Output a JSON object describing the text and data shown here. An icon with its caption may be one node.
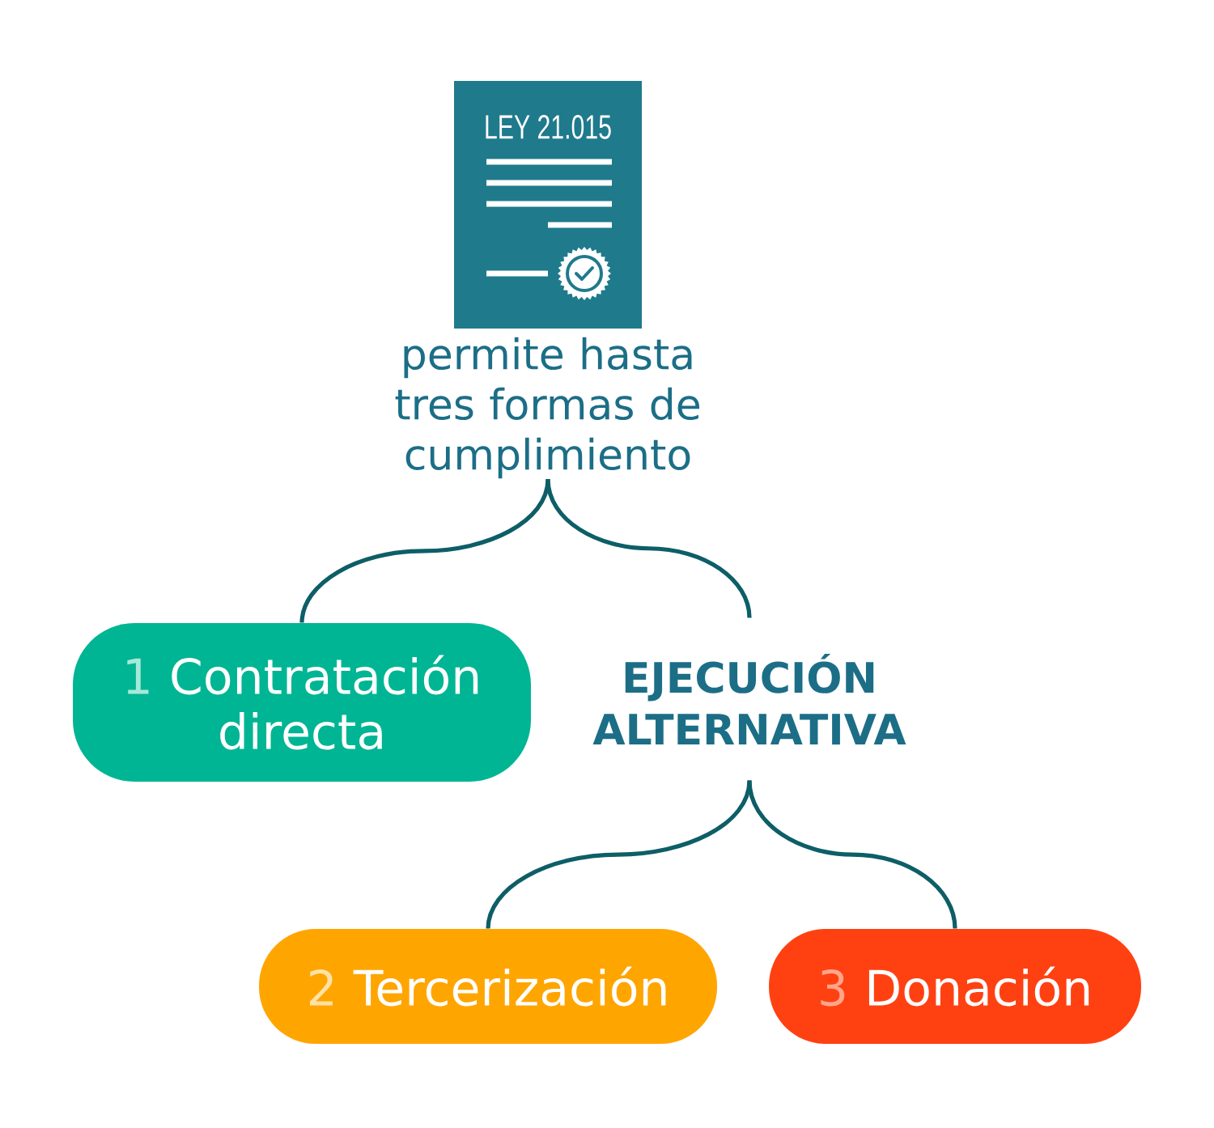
{
  "diagram": {
    "nodes": [
      {
        "text": [
          "LEY 21.015"
        ],
        "beside": [
          "permite hasta tres formas de cumplimiento"
        ]
      },
      {
        "text": [
          "1",
          "Contratación directa"
        ]
      },
      {
        "text": [
          "EJECUCIÓN ALTERNATIVA"
        ]
      },
      {
        "text": [
          "2",
          "Tercerización"
        ]
      },
      {
        "text": [
          "3",
          "Donación"
        ]
      }
    ],
    "edges": [
      {
        "from": 0,
        "to": 1,
        "arrow": "none"
      },
      {
        "from": 0,
        "to": 2,
        "arrow": "none"
      },
      {
        "from": 2,
        "to": 3,
        "arrow": "none"
      },
      {
        "from": 2,
        "to": 4,
        "arrow": "none"
      }
    ]
  }
}
